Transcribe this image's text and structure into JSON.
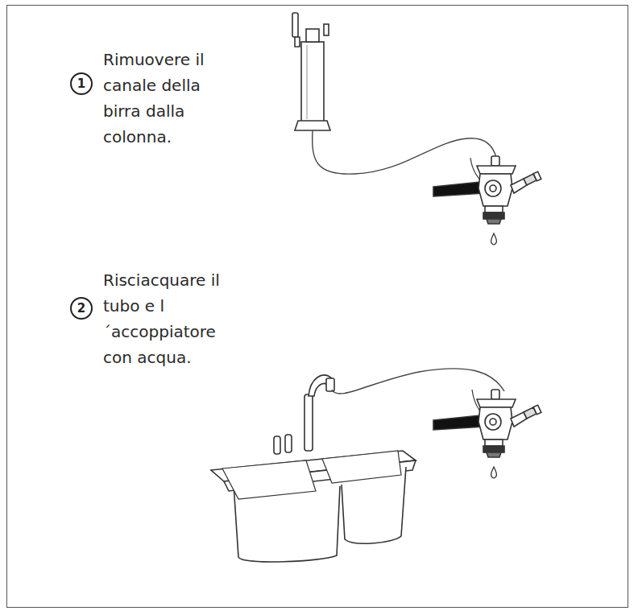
{
  "diagram": {
    "nodes": [
      {
        "text": [
          "1"
        ]
      },
      {
        "text": [
          "2"
        ]
      }
    ],
    "edges": [],
    "labels": [
      "Rimuovere il canale della birra dalla colonna.",
      "Risciacquare il tubo e l´accoppiatore con acqua."
    ]
  }
}
